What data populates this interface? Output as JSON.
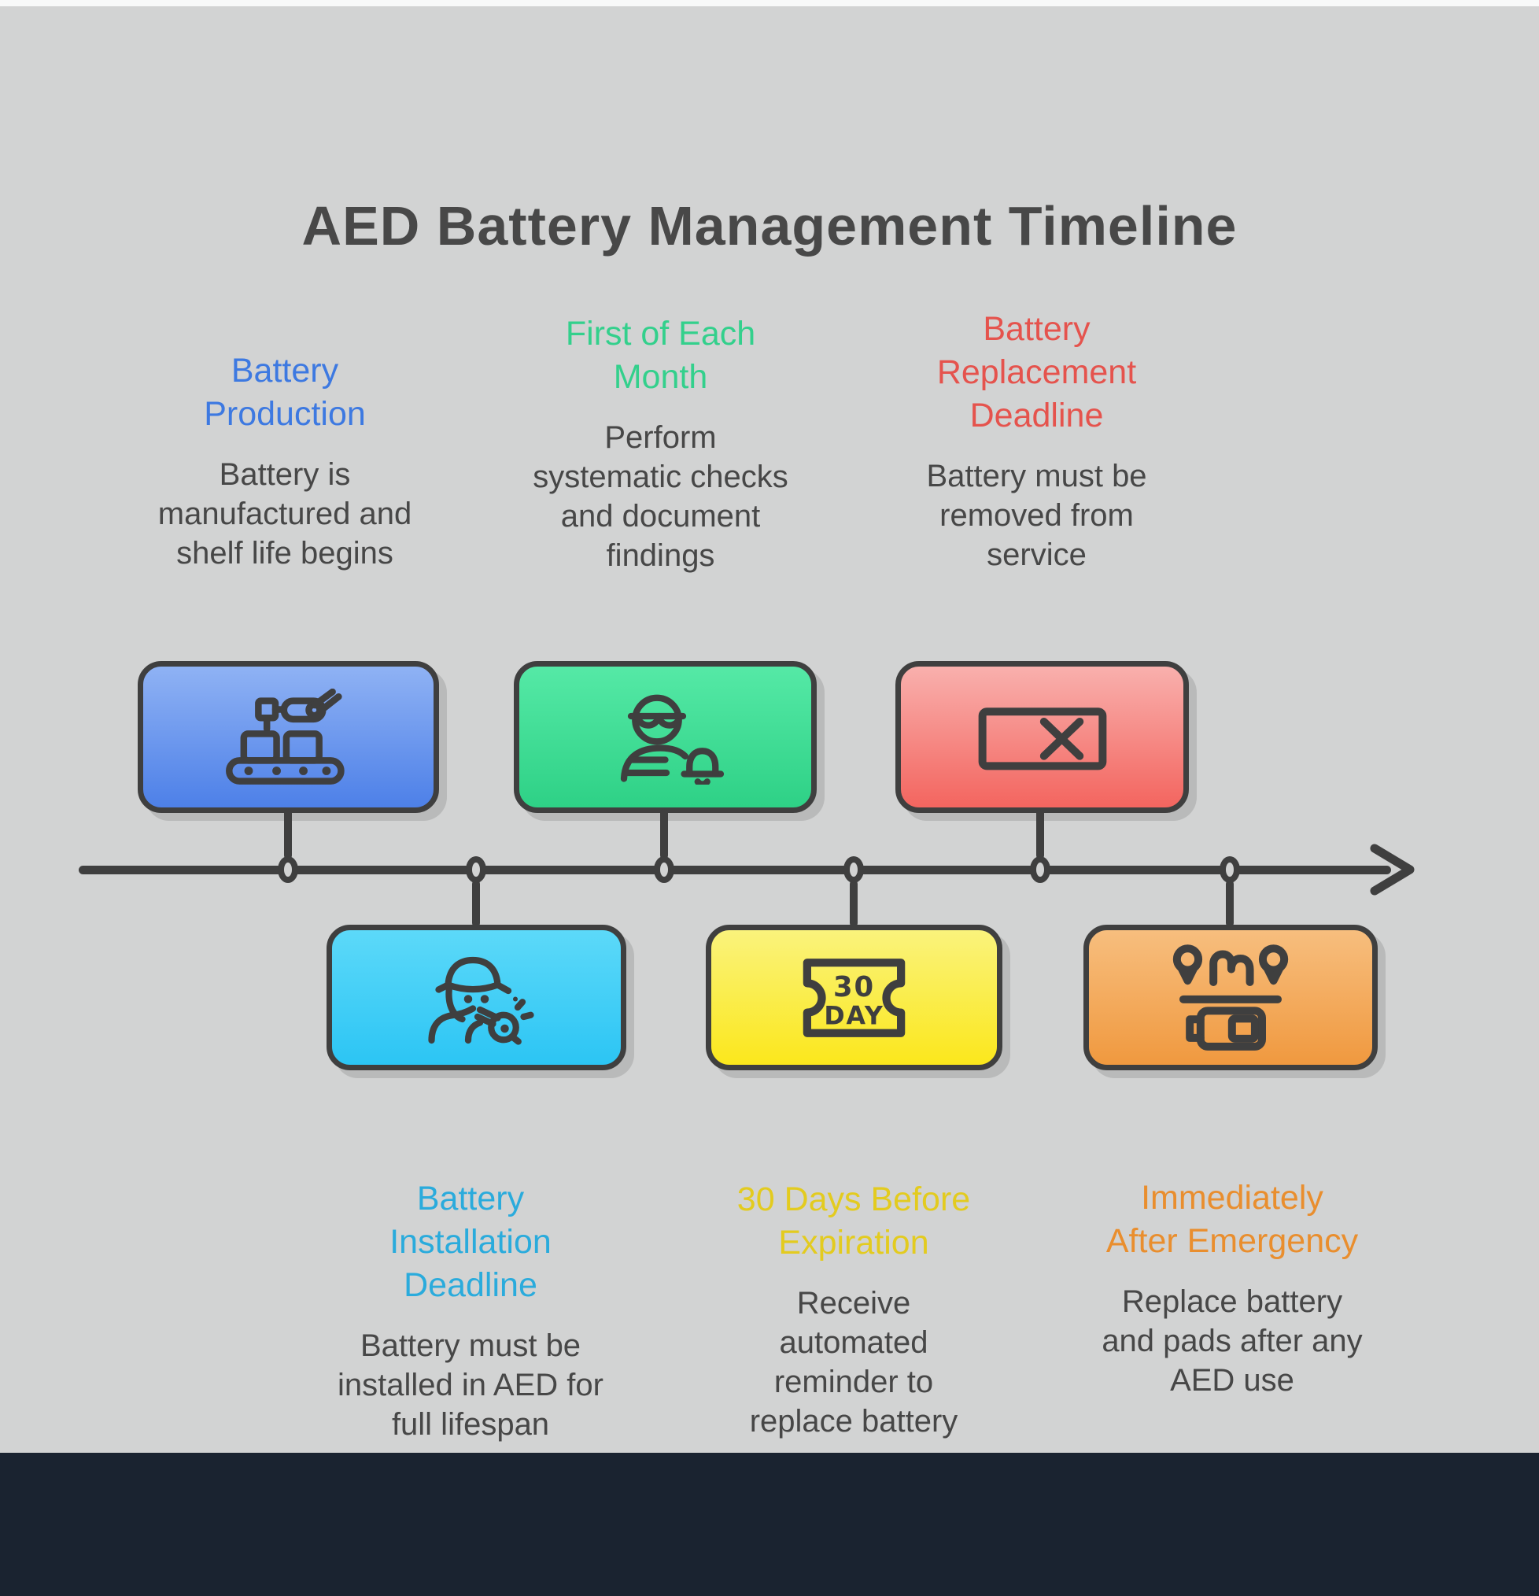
{
  "title": "AED Battery Management Timeline",
  "colors": {
    "background": "#d2d3d3",
    "top_strip": "#f8f9f9",
    "footer": "#1a2330",
    "outline": "#3f3f3f",
    "title_text": "#484848",
    "body_text": "#474747"
  },
  "timeline": {
    "direction": "left-to-right",
    "node_count": 6,
    "line_color": "#3f3f3f",
    "arrow_icon": "right-arrow-icon"
  },
  "milestones": [
    {
      "id": "battery-production",
      "heading": "Battery\nProduction",
      "description": "Battery is\nmanufactured and\nshelf life begins",
      "accent_color": "#3d79e1",
      "card_gradient": [
        "#8fb2f4",
        "#4d80e8"
      ],
      "icon": "robot-arm-conveyor-icon",
      "position": "above-line"
    },
    {
      "id": "first-of-each-month",
      "heading": "First of Each\nMonth",
      "description": "Perform\nsystematic checks\nand document\nfindings",
      "accent_color": "#33d08c",
      "card_gradient": [
        "#55e9a6",
        "#2ed186"
      ],
      "icon": "inspector-bell-icon",
      "position": "above-line"
    },
    {
      "id": "battery-replacement-deadline",
      "heading": "Battery\nReplacement\nDeadline",
      "description": "Battery must be\nremoved from\nservice",
      "accent_color": "#e5534d",
      "card_gradient": [
        "#f9b0ad",
        "#f3655f"
      ],
      "icon": "battery-expired-icon",
      "position": "above-line"
    },
    {
      "id": "battery-installation-deadline",
      "heading": "Battery\nInstallation\nDeadline",
      "description": "Battery must be\ninstalled in AED for\nfull lifespan",
      "accent_color": "#2aabdc",
      "card_gradient": [
        "#5cd9f9",
        "#2cc5f4"
      ],
      "icon": "coach-whistle-icon",
      "position": "below-line"
    },
    {
      "id": "30-days-before-expiration",
      "heading": "30 Days Before\nExpiration",
      "description": "Receive\nautomated\nreminder to\nreplace battery",
      "accent_color": "#e3cb1f",
      "card_gradient": [
        "#faf37c",
        "#fbe71c"
      ],
      "icon": "30-day-ticket-icon",
      "icon_text": [
        "30",
        "DAY"
      ],
      "position": "below-line"
    },
    {
      "id": "immediately-after-emergency",
      "heading": "Immediately\nAfter Emergency",
      "description": "Replace battery\nand pads after any\nAED use",
      "accent_color": "#e98e2e",
      "card_gradient": [
        "#f7be7e",
        "#f0993f"
      ],
      "icon": "route-battery-icon",
      "position": "below-line"
    }
  ]
}
